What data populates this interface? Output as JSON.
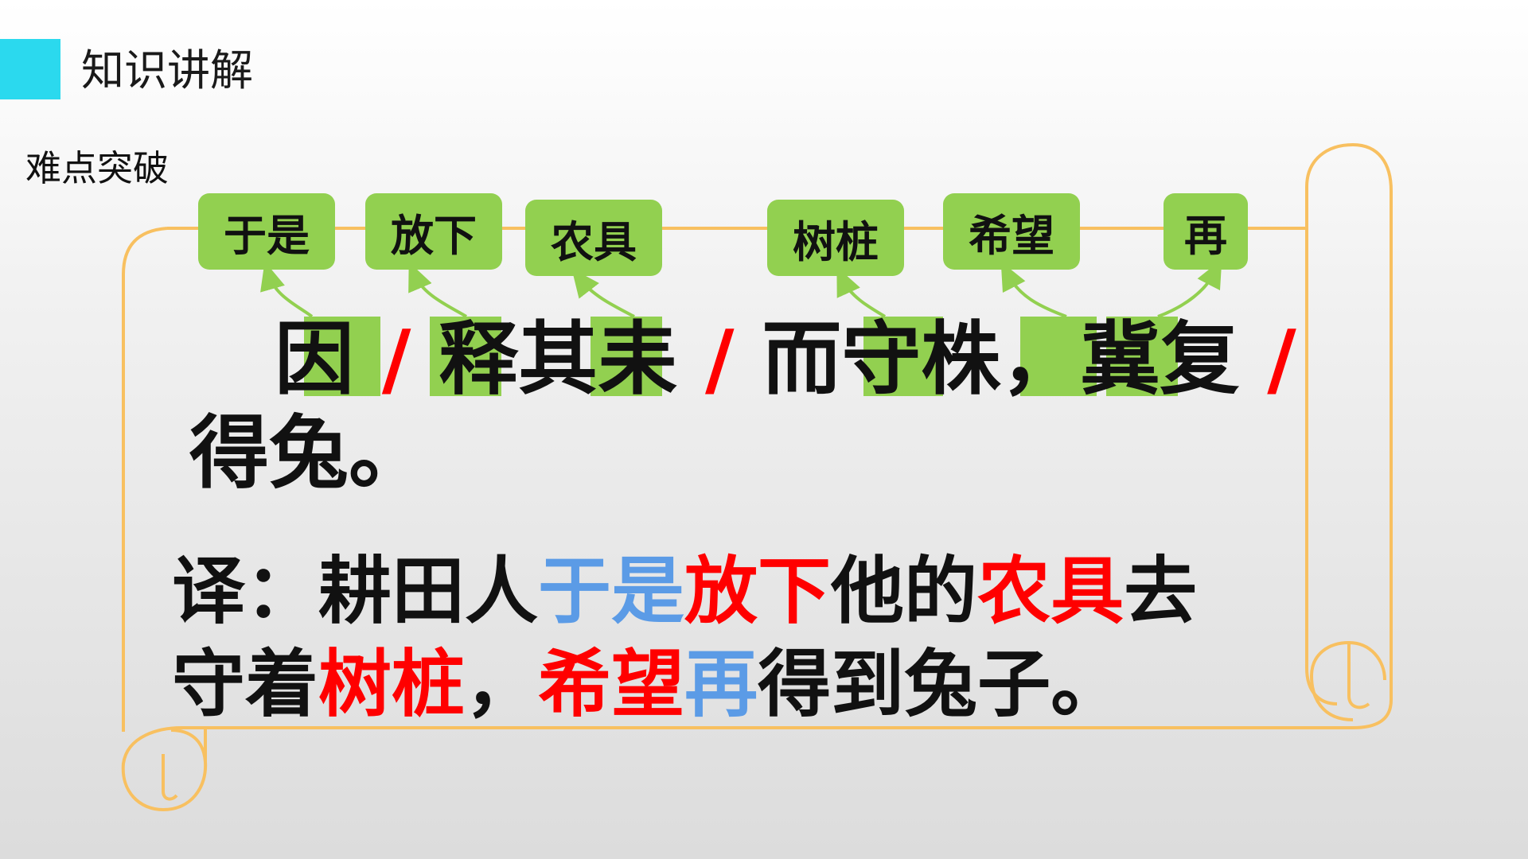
{
  "colors": {
    "accent": "#2bd9ee",
    "box_fill": "#92d050",
    "scroll_line": "#f8c060",
    "slash": "#ff0000",
    "red": "#ff0000",
    "blue": "#5b9be6",
    "text": "#111111"
  },
  "header": {
    "title": "知识讲解"
  },
  "section": {
    "title": "难点突破"
  },
  "gloss_boxes": [
    {
      "text": "于是"
    },
    {
      "text": "放下"
    },
    {
      "text": "农具"
    },
    {
      "text": "树桩"
    },
    {
      "text": "希望"
    },
    {
      "text": "再"
    }
  ],
  "sentence": {
    "line1": [
      {
        "text": "因"
      },
      {
        "text": "/"
      },
      {
        "text": "释其耒"
      },
      {
        "text": "/"
      },
      {
        "text": "而守株，冀复"
      },
      {
        "text": "/"
      }
    ],
    "line2": "得兔。"
  },
  "translation": {
    "line1": [
      {
        "text": "译：耕田人",
        "color": "#111111"
      },
      {
        "text": "于是",
        "color": "#5b9be6"
      },
      {
        "text": "放下",
        "color": "#ff0000"
      },
      {
        "text": "他的",
        "color": "#111111"
      },
      {
        "text": "农具",
        "color": "#ff0000"
      },
      {
        "text": "去",
        "color": "#111111"
      }
    ],
    "line2": [
      {
        "text": "守着",
        "color": "#111111"
      },
      {
        "text": "树桩",
        "color": "#ff0000"
      },
      {
        "text": "，",
        "color": "#111111"
      },
      {
        "text": "希望",
        "color": "#ff0000"
      },
      {
        "text": "再",
        "color": "#5b9be6"
      },
      {
        "text": "得到兔子。",
        "color": "#111111"
      }
    ]
  }
}
